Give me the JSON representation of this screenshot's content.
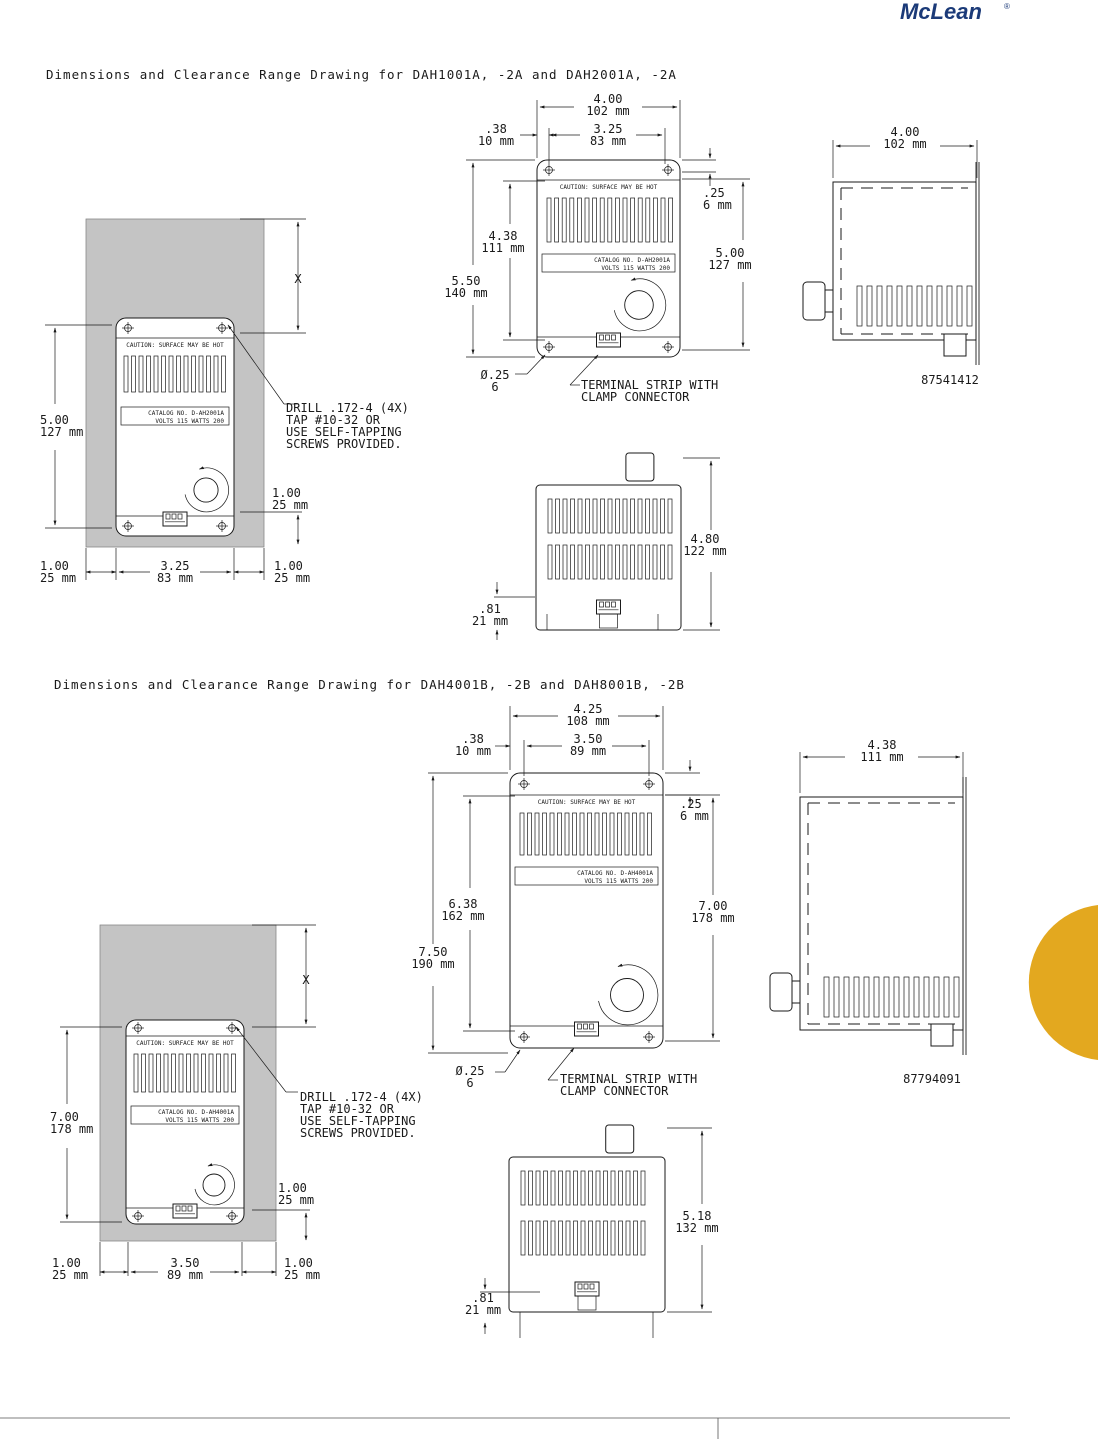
{
  "brand": {
    "logo": "McLean",
    "reg_mark": "®",
    "accent_color": "#e3a81f",
    "logo_color": "#1b3a78"
  },
  "section_a": {
    "title": "Dimensions and Clearance Range Drawing for DAH1001A, -2A and DAH2001A, -2A",
    "panel": {
      "clearance": "X",
      "height": [
        "5.00",
        "127 mm"
      ],
      "bottom": [
        "1.00",
        "25 mm"
      ],
      "left": [
        "1.00",
        "25 mm"
      ],
      "center": [
        "3.25",
        "83 mm"
      ],
      "right": [
        "1.00",
        "25 mm"
      ],
      "drill": [
        "DRILL .172-4 (4X)",
        "TAP #10-32 OR",
        "USE SELF-TAPPING",
        "SCREWS PROVIDED."
      ],
      "caution": "CAUTION: SURFACE MAY BE HOT",
      "catalog": [
        "CATALOG NO. D-AH2001A",
        "VOLTS 115 WATTS 200"
      ]
    },
    "front": {
      "width": [
        "4.00",
        "102 mm"
      ],
      "hole_spacing": [
        "3.25",
        "83 mm"
      ],
      "edge": [
        ".38",
        "10 mm"
      ],
      "top": [
        ".25",
        "6 mm"
      ],
      "inner_h": [
        "4.38",
        "111 mm"
      ],
      "outer_h": [
        "5.50",
        "140 mm"
      ],
      "body_h": [
        "5.00",
        "127 mm"
      ],
      "hole": [
        "Ø.25",
        "6"
      ],
      "terminal": [
        "TERMINAL STRIP WITH",
        "CLAMP CONNECTOR"
      ],
      "caution": "CAUTION: SURFACE MAY BE HOT",
      "catalog": [
        "CATALOG NO. D-AH2001A",
        "VOLTS 115 WATTS 200"
      ]
    },
    "side": {
      "width": [
        "4.00",
        "102 mm"
      ],
      "part": "87541412"
    },
    "top": {
      "height": [
        "4.80",
        "122 mm"
      ],
      "offset": [
        ".81",
        "21 mm"
      ]
    }
  },
  "section_b": {
    "title": "Dimensions and Clearance Range Drawing for DAH4001B, -2B and DAH8001B, -2B",
    "panel": {
      "clearance": "X",
      "height": [
        "7.00",
        "178 mm"
      ],
      "bottom": [
        "1.00",
        "25 mm"
      ],
      "left": [
        "1.00",
        "25 mm"
      ],
      "center": [
        "3.50",
        "89 mm"
      ],
      "right": [
        "1.00",
        "25 mm"
      ],
      "drill": [
        "DRILL .172-4 (4X)",
        "TAP #10-32 OR",
        "USE SELF-TAPPING",
        "SCREWS PROVIDED."
      ],
      "caution": "CAUTION: SURFACE MAY BE HOT",
      "catalog": [
        "CATALOG NO. D-AH4001A",
        "VOLTS 115 WATTS 200"
      ]
    },
    "front": {
      "width": [
        "4.25",
        "108 mm"
      ],
      "hole_spacing": [
        "3.50",
        "89 mm"
      ],
      "edge": [
        ".38",
        "10 mm"
      ],
      "top": [
        ".25",
        "6 mm"
      ],
      "inner_h": [
        "6.38",
        "162 mm"
      ],
      "outer_h": [
        "7.50",
        "190 mm"
      ],
      "body_h": [
        "7.00",
        "178 mm"
      ],
      "hole": [
        "Ø.25",
        "6"
      ],
      "terminal": [
        "TERMINAL STRIP WITH",
        "CLAMP CONNECTOR"
      ],
      "caution": "CAUTION: SURFACE MAY BE HOT",
      "catalog": [
        "CATALOG NO. D-AH4001A",
        "VOLTS 115 WATTS 200"
      ]
    },
    "side": {
      "width": [
        "4.38",
        "111 mm"
      ],
      "part": "87794091"
    },
    "top": {
      "height": [
        "5.18",
        "132 mm"
      ],
      "offset": [
        ".81",
        "21 mm"
      ]
    }
  }
}
